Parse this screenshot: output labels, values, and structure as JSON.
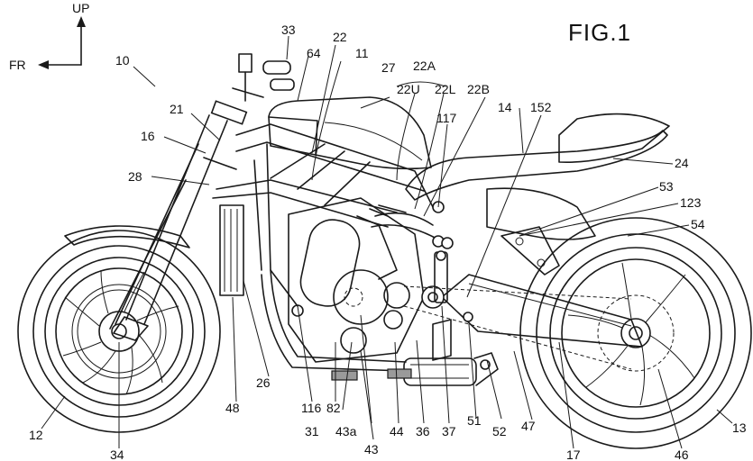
{
  "figure": {
    "title": "FIG.1"
  },
  "orientation": {
    "up": "UP",
    "front": "FR"
  },
  "callouts": [
    {
      "id": "c10",
      "text": "10"
    },
    {
      "id": "c33",
      "text": "33"
    },
    {
      "id": "c22",
      "text": "22"
    },
    {
      "id": "c64",
      "text": "64"
    },
    {
      "id": "c11",
      "text": "11"
    },
    {
      "id": "c22A",
      "text": "22A"
    },
    {
      "id": "c27",
      "text": "27"
    },
    {
      "id": "c22U",
      "text": "22U"
    },
    {
      "id": "c22L",
      "text": "22L"
    },
    {
      "id": "c22B",
      "text": "22B"
    },
    {
      "id": "c14",
      "text": "14"
    },
    {
      "id": "c152",
      "text": "152"
    },
    {
      "id": "c117",
      "text": "117"
    },
    {
      "id": "c21",
      "text": "21"
    },
    {
      "id": "c16",
      "text": "16"
    },
    {
      "id": "c28",
      "text": "28"
    },
    {
      "id": "c24",
      "text": "24"
    },
    {
      "id": "c53",
      "text": "53"
    },
    {
      "id": "c123",
      "text": "123"
    },
    {
      "id": "c54",
      "text": "54"
    },
    {
      "id": "c26",
      "text": "26"
    },
    {
      "id": "c48",
      "text": "48"
    },
    {
      "id": "c116",
      "text": "116"
    },
    {
      "id": "c82",
      "text": "82"
    },
    {
      "id": "c31",
      "text": "31"
    },
    {
      "id": "c43a",
      "text": "43a"
    },
    {
      "id": "c44",
      "text": "44"
    },
    {
      "id": "c36",
      "text": "36"
    },
    {
      "id": "c37",
      "text": "37"
    },
    {
      "id": "c51",
      "text": "51"
    },
    {
      "id": "c52",
      "text": "52"
    },
    {
      "id": "c47",
      "text": "47"
    },
    {
      "id": "c43",
      "text": "43"
    },
    {
      "id": "c12",
      "text": "12"
    },
    {
      "id": "c34",
      "text": "34"
    },
    {
      "id": "c17",
      "text": "17"
    },
    {
      "id": "c46",
      "text": "46"
    },
    {
      "id": "c13",
      "text": "13"
    }
  ]
}
